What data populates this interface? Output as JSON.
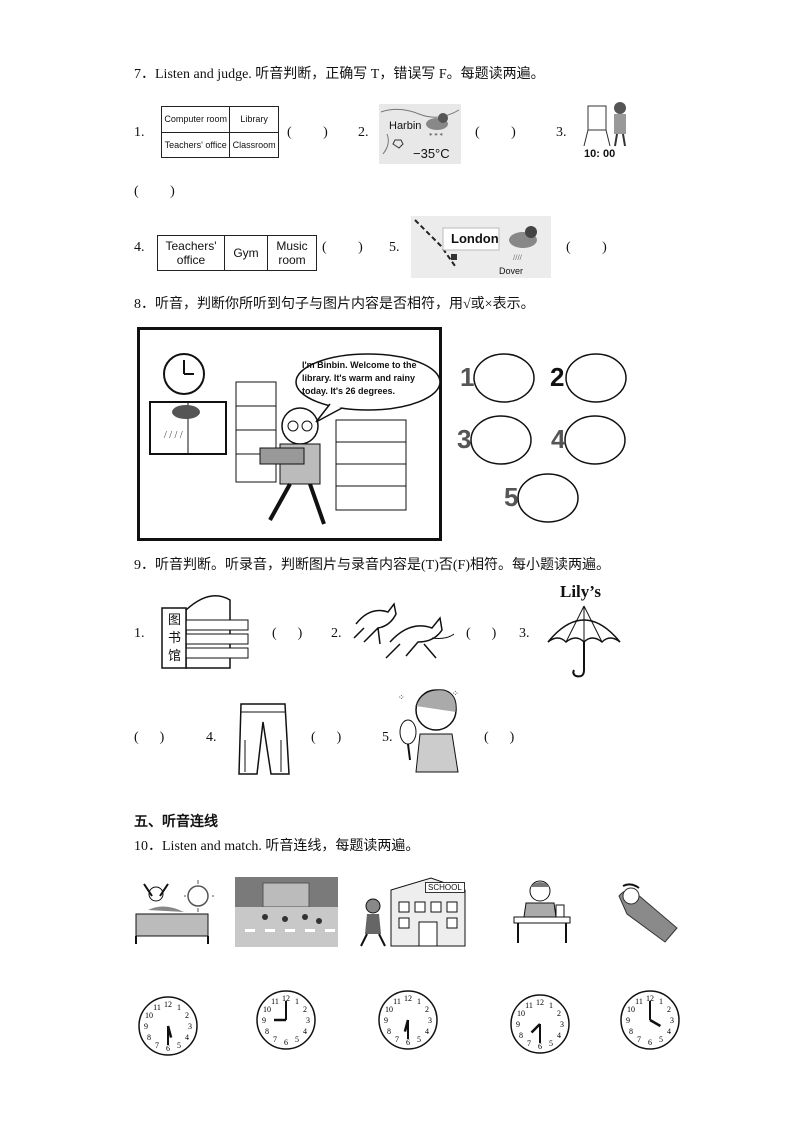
{
  "q7": {
    "title": "7．Listen  and judge.  听音判断，正确写 T，错误写 F。每题读两遍。",
    "item1": {
      "num": "1.",
      "cells": [
        "Computer room",
        "Library",
        "Teachers' office",
        "Classroom"
      ]
    },
    "item2": {
      "num": "2.",
      "city": "Harbin",
      "temp": "−35°C"
    },
    "item3": {
      "num": "3.",
      "time": "10: 00"
    },
    "item4": {
      "num": "4.",
      "cells": [
        "Teachers' office",
        "Gym",
        "Music room"
      ]
    },
    "item5": {
      "num": "5.",
      "city": "London",
      "place": "Dover"
    },
    "paren": "(         )"
  },
  "q8": {
    "title": "8．听音，判断你所听到句子与图片内容是否相符，用√或×表示。",
    "bubble": [
      "I'm Binbin. Welcome to the",
      "library. It's warm and rainy",
      "today. It's 26 degrees."
    ],
    "numbers": [
      "1",
      "2",
      "3",
      "4",
      "5"
    ]
  },
  "q9": {
    "title": "9．听音判断。听录音，判断图片与录音内容是(T)否(F)相符。每小题读两遍。",
    "item1": {
      "num": "1.",
      "sign": [
        "图",
        "书",
        "馆"
      ]
    },
    "item2": {
      "num": "2."
    },
    "item3": {
      "num": "3.",
      "label": "Lily’s"
    },
    "item4": {
      "num": "4."
    },
    "item5": {
      "num": "5."
    },
    "paren": "(      )"
  },
  "section5": {
    "title": "五、听音连线"
  },
  "q10": {
    "title": "10．Listen  and match.  听音连线，每题读两遍。",
    "school_sign": "SCHOOL",
    "clock_numbers": [
      "12",
      "1",
      "2",
      "3",
      "4",
      "5",
      "6",
      "7",
      "8",
      "9",
      "10",
      "11"
    ]
  }
}
